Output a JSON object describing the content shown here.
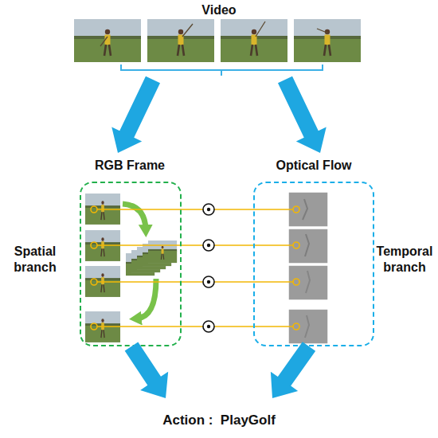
{
  "diagram": {
    "nodes": [
      {
        "text": [
          "Video"
        ]
      },
      {
        "text": [
          "RGB Frame",
          "Spatial branch"
        ]
      },
      {
        "text": [
          "Optical Flow",
          "Temporal branch"
        ]
      },
      {
        "text": [
          "Action :  PlayGolf"
        ]
      }
    ],
    "edges": [
      {
        "from": 0,
        "to": 1,
        "arrow": "to"
      },
      {
        "from": 0,
        "to": 2,
        "arrow": "to"
      },
      {
        "from": 1,
        "to": 3,
        "arrow": "to"
      },
      {
        "from": 2,
        "to": 3,
        "arrow": "to"
      }
    ]
  }
}
